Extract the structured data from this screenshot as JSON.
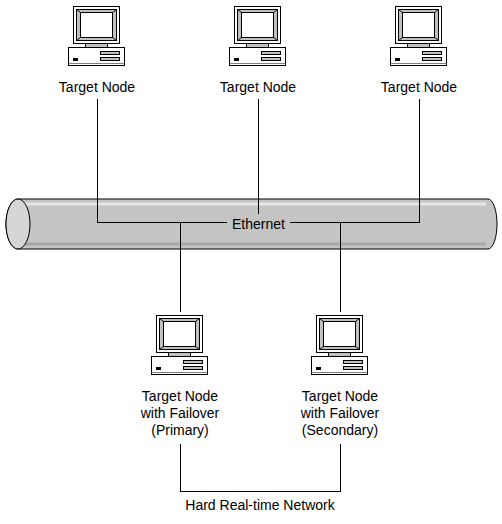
{
  "diagram": {
    "nodes": [
      {
        "text": [
          "Target Node"
        ]
      },
      {
        "text": [
          "Target Node"
        ]
      },
      {
        "text": [
          "Target Node"
        ]
      },
      {
        "text": [
          "Ethernet"
        ]
      },
      {
        "text": [
          "Target Node with Failover (Primary)"
        ]
      },
      {
        "text": [
          "Target Node with Failover (Secondary)"
        ]
      }
    ],
    "edges": [
      {
        "from": 0,
        "to": 3,
        "arrow": "none"
      },
      {
        "from": 1,
        "to": 3,
        "arrow": "none"
      },
      {
        "from": 2,
        "to": 3,
        "arrow": "none"
      },
      {
        "from": 4,
        "to": 3,
        "arrow": "none"
      },
      {
        "from": 5,
        "to": 3,
        "arrow": "none"
      },
      {
        "from": 4,
        "to": 5,
        "label": "Hard Real-time Network",
        "arrow": "none"
      }
    ]
  }
}
